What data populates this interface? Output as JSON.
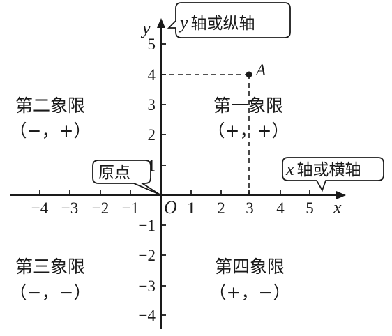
{
  "axes": {
    "x_label": "x",
    "y_label": "y",
    "origin_label": "O",
    "x_ticks": [
      "−4",
      "−3",
      "−2",
      "−1",
      "1",
      "2",
      "3",
      "4",
      "5"
    ],
    "y_ticks_pos": [
      "5",
      "4",
      "3",
      "2",
      "1"
    ],
    "y_ticks_neg": [
      "−1",
      "−2",
      "−3",
      "−4"
    ]
  },
  "callouts": {
    "y_axis": {
      "italic": "y",
      "text": "轴或纵轴"
    },
    "x_axis": {
      "italic": "x",
      "text": "轴或横轴"
    },
    "origin": {
      "text": "原点"
    }
  },
  "quadrants": {
    "first": {
      "name": "第一象限",
      "signs": "（+，+）"
    },
    "second": {
      "name": "第二象限",
      "signs": "（−，+）"
    },
    "third": {
      "name": "第三象限",
      "signs": "（−，−）"
    },
    "fourth": {
      "name": "第四象限",
      "signs": "（+，−）"
    }
  },
  "point": {
    "label": "A",
    "x": 3,
    "y": 4
  },
  "colors": {
    "ink": "#1a1a1a",
    "background": "#ffffff"
  }
}
